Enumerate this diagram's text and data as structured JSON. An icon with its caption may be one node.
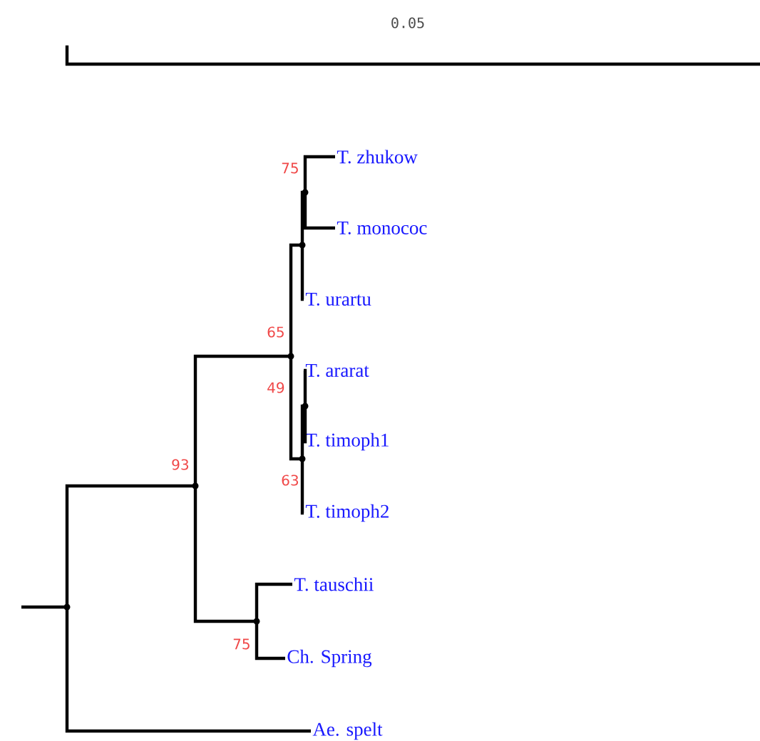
{
  "diagram": {
    "nodes": [
      {
        "text": [
          "T. zhukow"
        ]
      },
      {
        "text": [
          "T. monococ"
        ]
      },
      {
        "text": [
          "T. urartu"
        ]
      },
      {
        "text": [
          "T. ararat"
        ]
      },
      {
        "text": [
          "T. timoph1"
        ]
      },
      {
        "text": [
          "T. timoph2"
        ]
      },
      {
        "text": [
          "T. tauschii"
        ]
      },
      {
        "text": [
          "Ch. Spring"
        ]
      },
      {
        "text": [
          "Ae. spelt"
        ]
      },
      {
        "text": [],
        "shape": "point"
      },
      {
        "text": [],
        "shape": "point",
        "beside": [
          "93"
        ]
      },
      {
        "text": [],
        "shape": "point",
        "beside": [
          "65"
        ]
      },
      {
        "text": [],
        "shape": "point",
        "beside": [
          "75"
        ]
      },
      {
        "text": [],
        "shape": "point"
      },
      {
        "text": [],
        "shape": "point",
        "beside": [
          "75"
        ]
      },
      {
        "text": [],
        "shape": "point",
        "beside": [
          "63"
        ]
      },
      {
        "text": [],
        "shape": "point",
        "beside": [
          "49"
        ]
      }
    ],
    "edges": [
      {
        "from": null,
        "to": 9,
        "arrow": "none"
      },
      {
        "from": 9,
        "to": 10,
        "arrow": "none"
      },
      {
        "from": 9,
        "to": 8,
        "arrow": "none"
      },
      {
        "from": 10,
        "to": 11,
        "arrow": "none"
      },
      {
        "from": 10,
        "to": 12,
        "arrow": "none"
      },
      {
        "from": 12,
        "to": 6,
        "arrow": "none"
      },
      {
        "from": 12,
        "to": 7,
        "arrow": "none"
      },
      {
        "from": 11,
        "to": 13,
        "arrow": "none"
      },
      {
        "from": 11,
        "to": 15,
        "arrow": "none"
      },
      {
        "from": 13,
        "to": 14,
        "arrow": "none"
      },
      {
        "from": 13,
        "to": 2,
        "arrow": "none"
      },
      {
        "from": 14,
        "to": 0,
        "arrow": "none"
      },
      {
        "from": 14,
        "to": 1,
        "arrow": "none"
      },
      {
        "from": 15,
        "to": 16,
        "arrow": "none"
      },
      {
        "from": 15,
        "to": 5,
        "arrow": "none"
      },
      {
        "from": 16,
        "to": 3,
        "arrow": "none"
      },
      {
        "from": 16,
        "to": 4,
        "arrow": "none"
      }
    ],
    "labels": [
      "0.05"
    ]
  }
}
